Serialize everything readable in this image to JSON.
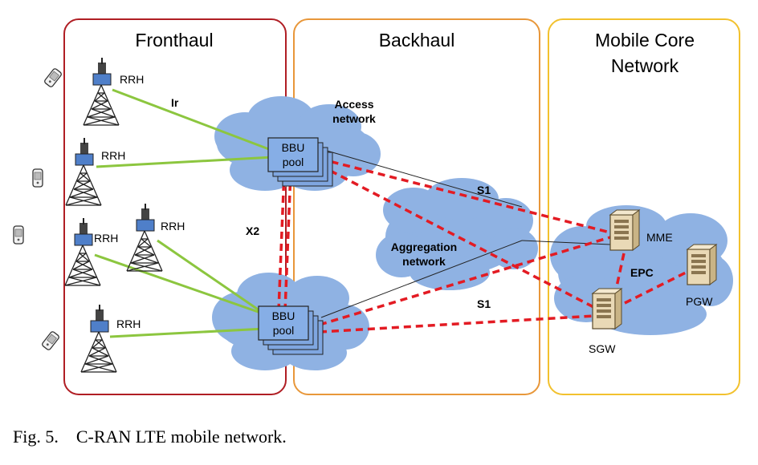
{
  "regions": {
    "fronthaul": "Fronthaul",
    "backhaul": "Backhaul",
    "core_line1": "Mobile Core",
    "core_line2": "Network"
  },
  "labels": {
    "rrh": "RRH",
    "ir": "Ir",
    "x2": "X2",
    "s1": "S1",
    "access_line1": "Access",
    "access_line2": "network",
    "aggregation_line1": "Aggregation",
    "aggregation_line2": "network",
    "bbu_line1": "BBU",
    "bbu_line2": "pool",
    "mme": "MME",
    "epc": "EPC",
    "pgw": "PGW",
    "sgw": "SGW"
  },
  "caption": "Fig. 5.    C-RAN LTE mobile network.",
  "colors": {
    "fronthaul_border": "#b01e24",
    "backhaul_border": "#e8973a",
    "core_border": "#f2c12e",
    "cloud": "#8fb2e3",
    "ir_link": "#8cc63f",
    "s1_link": "#e31b23",
    "bbu_fill": "#7fa6e0"
  }
}
